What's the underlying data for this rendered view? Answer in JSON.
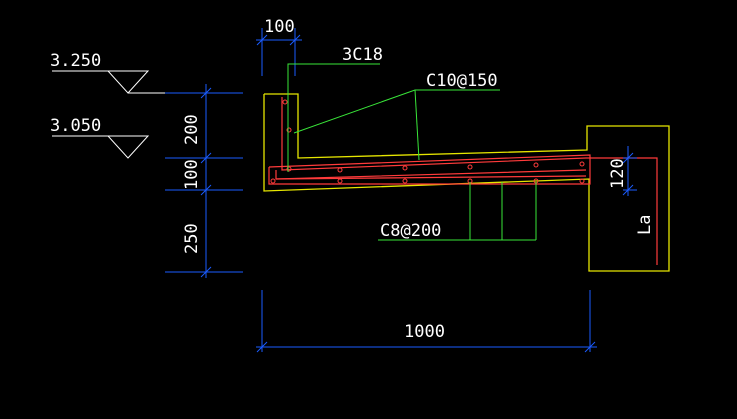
{
  "colors": {
    "background": "#000000",
    "dimension": "#1a5cff",
    "outline": "#e6e600",
    "rebar": "#ff3b3b",
    "leader": "#39e639",
    "text": "#ffffff"
  },
  "elevations": {
    "upper": "3.250",
    "lower": "3.050"
  },
  "dimensions": {
    "top_width": "100",
    "height_upper": "200",
    "height_mid": "100",
    "height_lower": "250",
    "span_length": "1000",
    "slab_thickness": "120",
    "anchorage": "La"
  },
  "rebar_labels": {
    "main_bars": "3C18",
    "stirrups": "C10@150",
    "distribution": "C8@200"
  }
}
